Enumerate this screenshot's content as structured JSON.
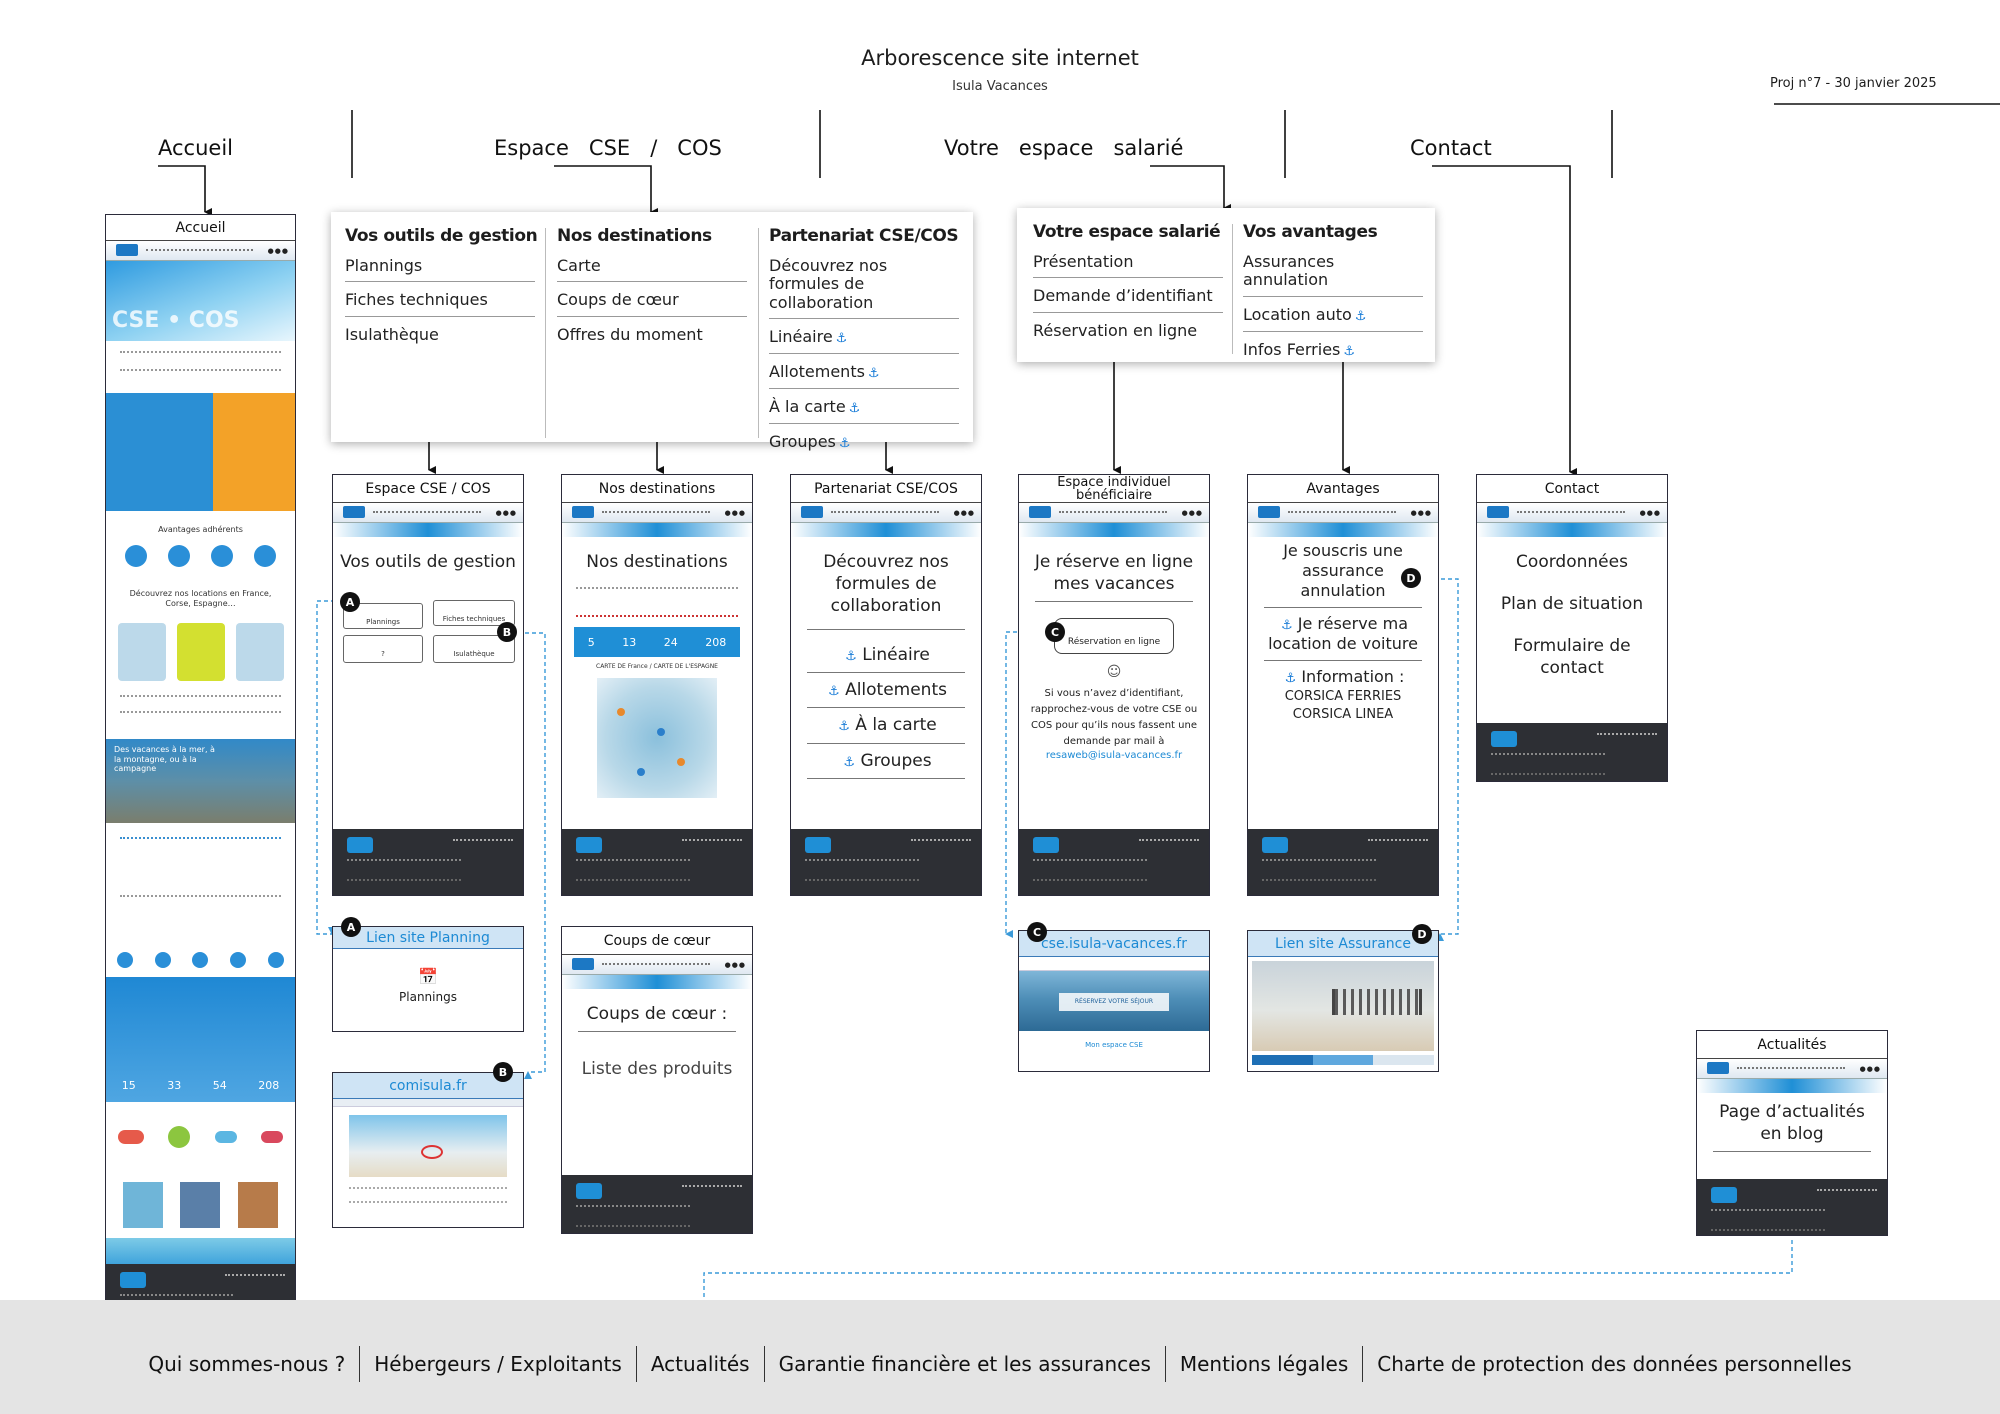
{
  "title": "Arborescence site internet",
  "subtitle": "Isula Vacances",
  "project": "Proj n°7 - 30 janvier 2025",
  "sections": {
    "accueil": "Accueil",
    "espace_cse": "Espace   CSE   /   COS",
    "espace_salarie": "Votre   espace   salarié",
    "contact": "Contact"
  },
  "menu_cse": {
    "col1": {
      "head": "Vos outils de gestion",
      "items": [
        "Plannings",
        "Fiches techniques",
        "Isulathèque"
      ]
    },
    "col2": {
      "head": "Nos destinations",
      "items": [
        "Carte",
        "Coups de cœur",
        "Offres du moment"
      ]
    },
    "col3": {
      "head": "Partenariat CSE/COS",
      "items": [
        "Découvrez nos formules de collaboration",
        "Linéaire",
        "Allotements",
        "À la carte",
        "Groupes"
      ]
    }
  },
  "menu_salarie": {
    "col1": {
      "head": "Votre espace salarié",
      "items": [
        "Présentation",
        "Demande d’identifiant",
        "Réservation en ligne"
      ]
    },
    "col2": {
      "head": "Vos avantages",
      "items": [
        "Assurances annulation",
        "Location auto",
        "Infos Ferries"
      ]
    }
  },
  "anchor_icon": "anchor-icon",
  "pages": {
    "accueil": {
      "header": "Accueil",
      "hero": "CSE • COS",
      "advantages": "Avantages adhérents",
      "discover": "Découvrez nos locations en France, Corse, Espagne…",
      "vacances": "Des vacances à la mer, à la montagne, ou à la campagne",
      "stats": [
        "15",
        "33",
        "54",
        "208"
      ]
    },
    "espace_cse": {
      "header": "Espace CSE / COS",
      "heading": "Vos outils de gestion",
      "buttons": [
        "Plannings",
        "Fiches techniques",
        "Isulathèque"
      ]
    },
    "destinations": {
      "header": "Nos destinations",
      "heading": "Nos destinations",
      "stats": [
        "5",
        "13",
        "24",
        "208"
      ],
      "map_title": "CARTE DE France / CARTE DE L'ESPAGNE"
    },
    "partenariat": {
      "header": "Partenariat CSE/COS",
      "heading": "Découvrez nos formules de collaboration",
      "items": [
        "Linéaire",
        "Allotements",
        "À la carte",
        "Groupes"
      ]
    },
    "espace_individuel": {
      "header": "Espace individuel bénéficiaire",
      "heading": "Je réserve en ligne mes vacances",
      "button": "Réservation en ligne",
      "note": "Si vous n’avez d’identifiant, rapprochez-vous de votre CSE ou COS pour qu’ils nous fassent une demande par mail à",
      "email": "resaweb@isula-vacances.fr"
    },
    "avantages": {
      "header": "Avantages",
      "item1": "Je souscris une assurance annulation",
      "item2": "Je réserve ma location de voiture",
      "item3_title": "Information :",
      "item3_lines": [
        "CORSICA FERRIES",
        "CORSICA LINEA"
      ]
    },
    "contact": {
      "header": "Contact",
      "items": [
        "Coordonnées",
        "Plan de situation",
        "Formulaire de contact"
      ]
    },
    "lien_planning": {
      "header": "Lien site Planning",
      "label": "Plannings"
    },
    "comisula": {
      "header": "comisula.fr"
    },
    "coups": {
      "header": "Coups de cœur",
      "heading": "Coups de cœur :",
      "sub": "Liste des produits"
    },
    "cse_site": {
      "header": "cse.isula-vacances.fr",
      "search_label": "RÉSERVEZ VOTRE SÉJOUR",
      "link": "Mon espace CSE"
    },
    "assurance": {
      "header": "Lien site Assurance"
    },
    "actualites": {
      "header": "Actualités",
      "heading": "Page d’actualités en blog"
    }
  },
  "badges": [
    "A",
    "B",
    "C",
    "D"
  ],
  "footer_links": [
    "Qui sommes-nous ?",
    "Hébergeurs / Exploitants",
    "Actualités",
    "Garantie financière et les assurances",
    "Mentions légales",
    "Charte de protection des données personnelles"
  ],
  "colors": {
    "brand_blue": "#1f8fd6",
    "dark_footer": "#2d2f34",
    "link_blue": "#1d8ad4",
    "bottom_bar": "#e4e4e4"
  }
}
